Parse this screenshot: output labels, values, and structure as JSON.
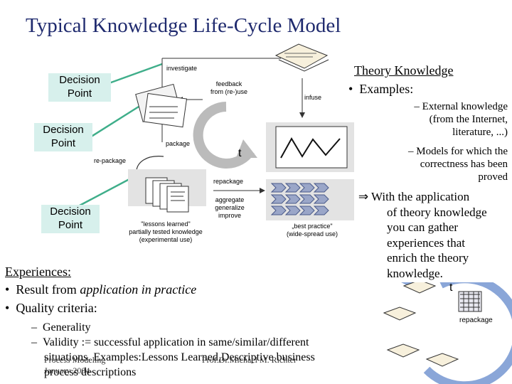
{
  "title": "Typical Knowledge Life-Cycle Model",
  "decision_points": [
    {
      "line1": "Decision",
      "line2": "Point"
    },
    {
      "line1": "Decision",
      "line2": "Point"
    },
    {
      "line1": "Decision",
      "line2": "Point"
    }
  ],
  "labels": {
    "investigate": "investigate",
    "feedback": "feedback",
    "from_reuse": "from (re-)use",
    "infuse": "infuse",
    "package": "package",
    "re_package": "re-package",
    "t_main": "t",
    "repackage": "repackage",
    "aggregate": "aggregate",
    "generalize": "generalize",
    "improve": "improve",
    "lessons_1": "\"lessons learned\"",
    "lessons_2": "partially tested knowledge",
    "lessons_3": "(experimental use)",
    "best_1": "„best practice\"",
    "best_2": "(wide-spread use)",
    "t_right": "t",
    "repackage_right": "repackage"
  },
  "theory": {
    "heading": "Theory Knowledge",
    "bullet": "Examples:",
    "sub1": [
      "External knowledge",
      "(from the Internet,",
      "literature, ...)"
    ],
    "sub2": [
      "Models for which the",
      "correctness has been",
      "proved"
    ],
    "arrow": [
      "With the application",
      "of theory knowledge",
      "you can gather",
      "experiences that",
      "enrich the theory",
      "knowledge."
    ]
  },
  "experiences": {
    "heading": "Experiences:",
    "b1_prefix": "Result from ",
    "b1_italic": "application in practice",
    "b2": "Quality criteria:",
    "s1": "Generality",
    "s2a": "Validity := successful application in same/similar/different",
    "s2b": "situations. Examples:Lessons Learned,Descriptive business",
    "s2c": "process descriptions"
  },
  "footer": {
    "left1": "Process Modeling",
    "left2": "January 2004",
    "right": "Prof.Dr.Michael M. Richter"
  }
}
